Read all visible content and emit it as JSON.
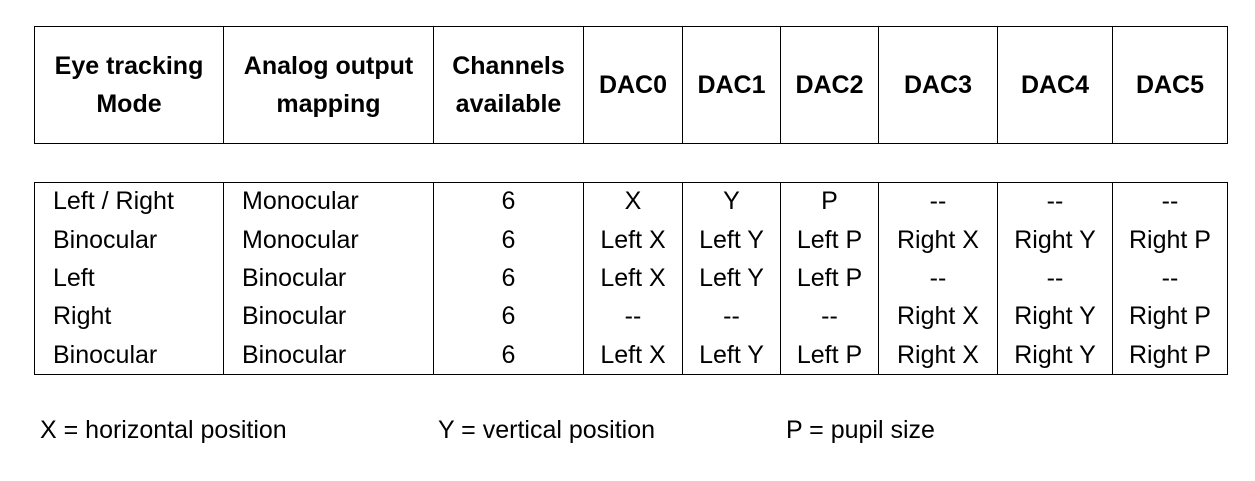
{
  "table": {
    "headers": [
      "Eye tracking Mode",
      "Analog output mapping",
      "Channels available",
      "DAC0",
      "DAC1",
      "DAC2",
      "DAC3",
      "DAC4",
      "DAC5"
    ],
    "rows": [
      [
        "Left / Right",
        "Monocular",
        "6",
        "X",
        "Y",
        "P",
        "--",
        "--",
        "--"
      ],
      [
        "Binocular",
        "Monocular",
        "6",
        "Left X",
        "Left Y",
        "Left P",
        "Right X",
        "Right Y",
        "Right P"
      ],
      [
        "Left",
        "Binocular",
        "6",
        "Left X",
        "Left Y",
        "Left P",
        "--",
        "--",
        "--"
      ],
      [
        "Right",
        "Binocular",
        "6",
        "--",
        "--",
        "--",
        "Right X",
        "Right Y",
        "Right P"
      ],
      [
        "Binocular",
        "Binocular",
        "6",
        "Left X",
        "Left Y",
        "Left P",
        "Right X",
        "Right Y",
        "Right P"
      ]
    ]
  },
  "legend": {
    "x": "X = horizontal position",
    "y": "Y = vertical position",
    "p": "P = pupil size"
  }
}
